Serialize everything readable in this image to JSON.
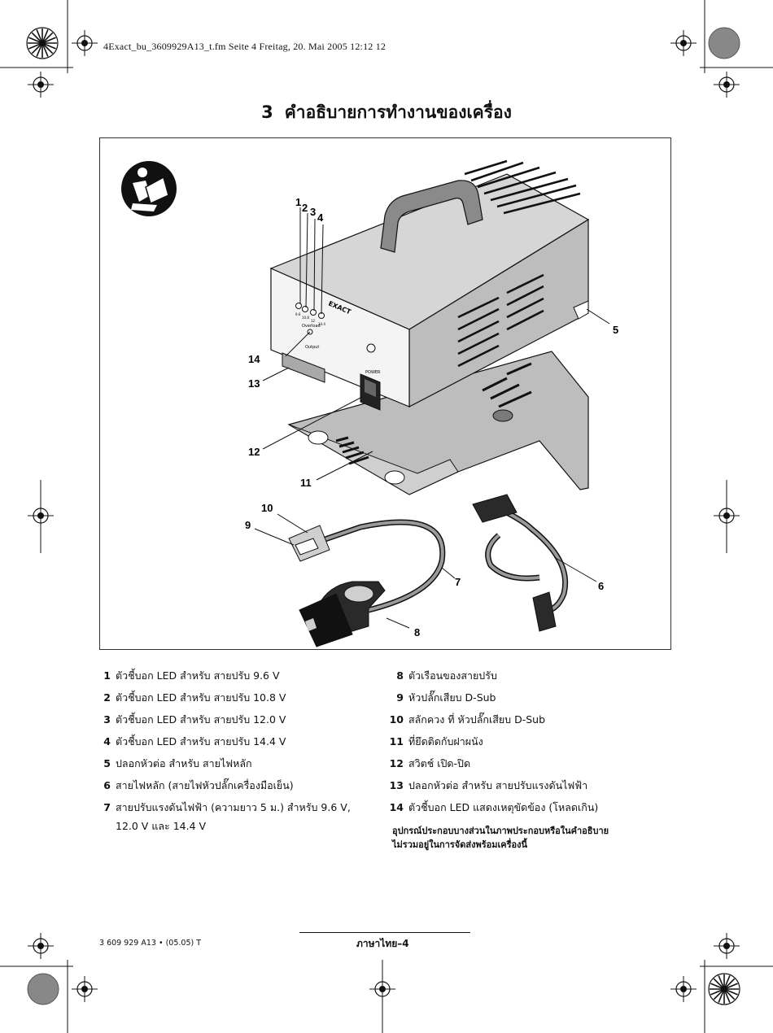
{
  "print_header": "4Exact_bu_3609929A13_t.fm  Seite 4  Freitag, 20. Mai 2005  12:12 12",
  "section": {
    "number": "3",
    "title": "คำอธิบายการทำงานของเครื่อง"
  },
  "figure": {
    "callouts": [
      "1",
      "2",
      "3",
      "4",
      "5",
      "6",
      "7",
      "8",
      "9",
      "10",
      "11",
      "12",
      "13",
      "14"
    ],
    "device_text": {
      "brand": "EXACT",
      "output_label": "Output",
      "overload_label": "Overload",
      "power_label": "POWER",
      "led_labels": [
        "9.6",
        "10.8",
        "12",
        "14.4"
      ]
    }
  },
  "legend_left": [
    {
      "num": "1",
      "text": "ตัวชี้บอก LED สำหรับ สายปรับ 9.6 V"
    },
    {
      "num": "2",
      "text": "ตัวชี้บอก LED สำหรับ สายปรับ 10.8 V"
    },
    {
      "num": "3",
      "text": "ตัวชี้บอก LED สำหรับ สายปรับ 12.0 V"
    },
    {
      "num": "4",
      "text": "ตัวชี้บอก LED สำหรับ สายปรับ 14.4 V"
    },
    {
      "num": "5",
      "text": "ปลอกหัวต่อ สำหรับ สายไฟหลัก"
    },
    {
      "num": "6",
      "text": "สายไฟหลัก (สายไฟหัวปลั๊กเครื่องมือเย็น)"
    },
    {
      "num": "7",
      "text": "สายปรับแรงดันไฟฟ้า (ความยาว 5 ม.) สำหรับ 9.6 V,"
    }
  ],
  "legend_left_cont": "12.0 V และ 14.4 V",
  "legend_right": [
    {
      "num": "8",
      "text": "ตัวเรือนของสายปรับ"
    },
    {
      "num": "9",
      "text": "หัวปลั๊กเสียบ D-Sub"
    },
    {
      "num": "10",
      "text": "สลักควง ที่ หัวปลั๊กเสียบ D-Sub"
    },
    {
      "num": "11",
      "text": "ที่ยึดติดกับฝาผนัง"
    },
    {
      "num": "12",
      "text": "สวิตช์ เปิด-ปิด"
    },
    {
      "num": "13",
      "text": "ปลอกหัวต่อ สำหรับ สายปรับแรงดันไฟฟ้า"
    },
    {
      "num": "14",
      "text": "ตัวชี้บอก LED แสดงเหตุขัดข้อง (โหลดเกิน)"
    }
  ],
  "note": {
    "line1": "อุปกรณ์ประกอบบางส่วนในภาพประกอบหรือในคำอธิบาย",
    "line2": "ไม่รวมอยู่ในการจัดส่งพร้อมเครื่องนี้"
  },
  "footer": {
    "doc_code": "3 609 929 A13 • (05.05) T",
    "page_label": "ภาษาไทย–4"
  }
}
